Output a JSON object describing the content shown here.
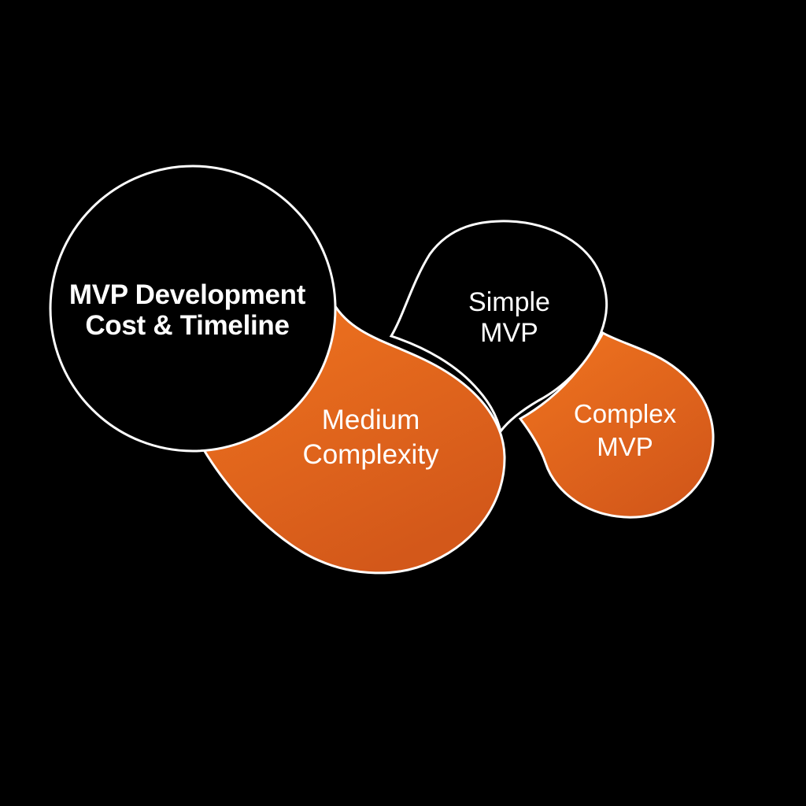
{
  "diagram": {
    "type": "bubble-cluster",
    "colors": {
      "background": "#000000",
      "bubble_fill": "#000000",
      "outline": "#ffffff",
      "orange_light": "#f0741f",
      "orange_dark": "#d3581a",
      "text": "#ffffff"
    },
    "nodes": {
      "main": {
        "line1": "MVP Development",
        "line2": "Cost & Timeline"
      },
      "simple": {
        "line1": "Simple",
        "line2": "MVP"
      },
      "medium": {
        "line1": "Medium",
        "line2": "Complexity"
      },
      "complex": {
        "line1": "Complex",
        "line2": "MVP"
      }
    }
  }
}
